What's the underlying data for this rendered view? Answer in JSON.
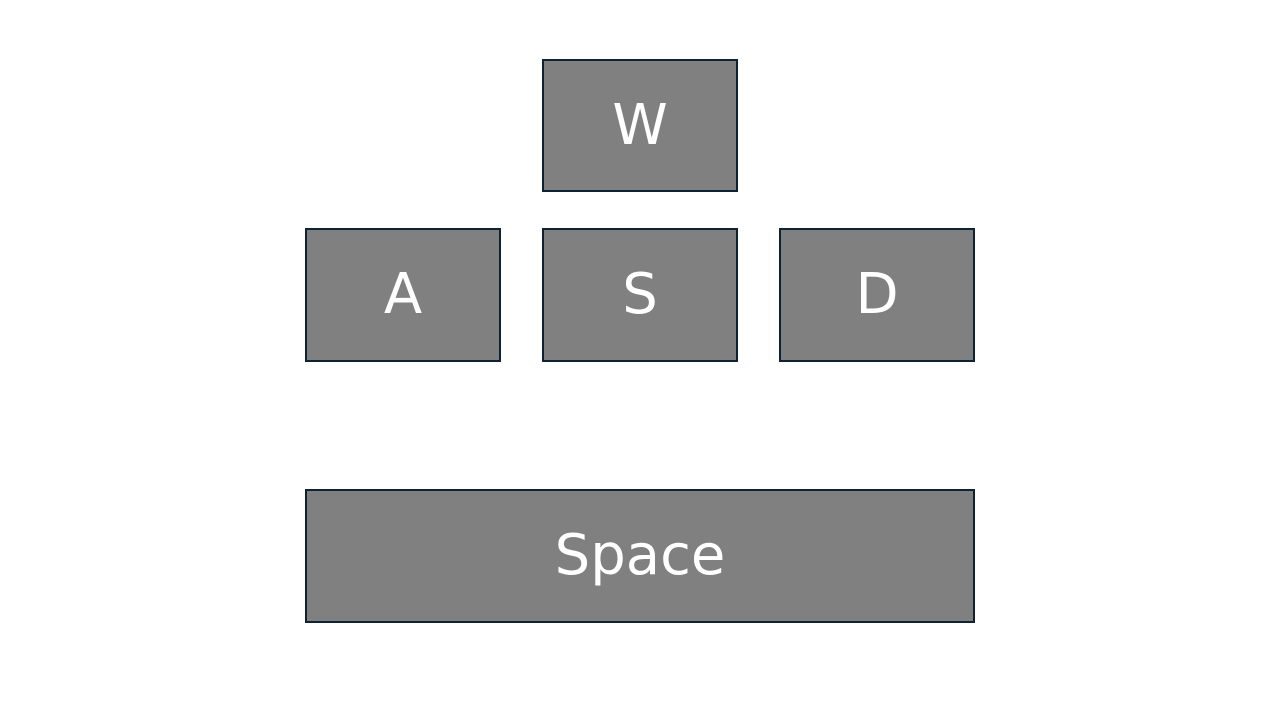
{
  "keys": {
    "w": "W",
    "a": "A",
    "s": "S",
    "d": "D",
    "space": "Space"
  },
  "colors": {
    "background": "#ffffff",
    "key_fill": "#808080",
    "key_border": "#0e2233",
    "key_text": "#ffffff"
  }
}
